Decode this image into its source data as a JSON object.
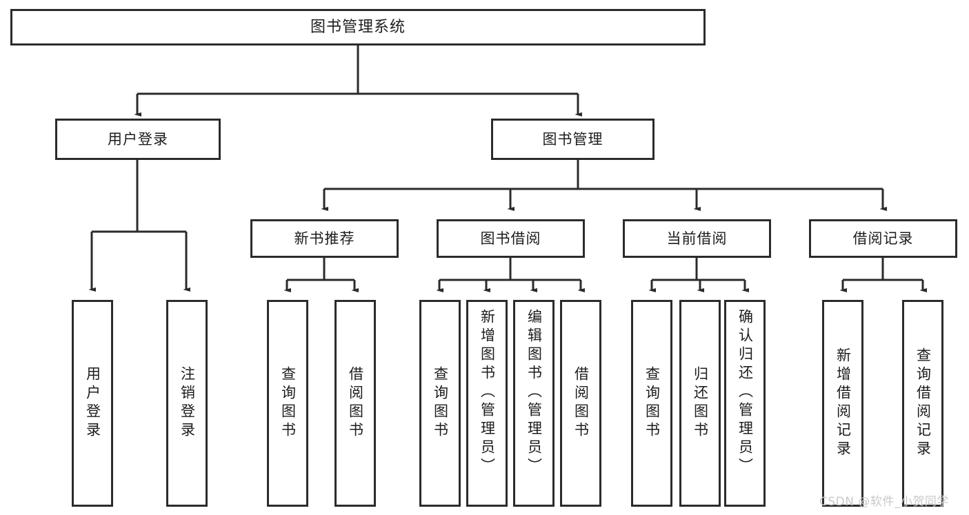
{
  "diagram": {
    "title": "图书管理系统",
    "type": "tree",
    "root": {
      "label": "图书管理系统"
    },
    "level1": [
      {
        "id": "user-login",
        "label": "用户登录"
      },
      {
        "id": "book-manage",
        "label": "图书管理"
      }
    ],
    "level2": [
      {
        "id": "new-book-rec",
        "label": "新书推荐",
        "parent": "book-manage"
      },
      {
        "id": "book-borrow",
        "label": "图书借阅",
        "parent": "book-manage"
      },
      {
        "id": "current-borrow",
        "label": "当前借阅",
        "parent": "book-manage"
      },
      {
        "id": "borrow-record",
        "label": "借阅记录",
        "parent": "book-manage"
      }
    ],
    "leaves": [
      {
        "id": "leaf-user-login",
        "label": "用户登录",
        "parent": "user-login"
      },
      {
        "id": "leaf-logout",
        "label": "注销登录",
        "parent": "user-login"
      },
      {
        "id": "leaf-query-book-1",
        "label": "查询图书",
        "parent": "new-book-rec"
      },
      {
        "id": "leaf-borrow-book-1",
        "label": "借阅图书",
        "parent": "new-book-rec"
      },
      {
        "id": "leaf-query-book-2",
        "label": "查询图书",
        "parent": "book-borrow"
      },
      {
        "id": "leaf-add-book",
        "label": "新增图书（管理员）",
        "parent": "book-borrow"
      },
      {
        "id": "leaf-edit-book",
        "label": "编辑图书（管理员）",
        "parent": "book-borrow"
      },
      {
        "id": "leaf-borrow-book-2",
        "label": "借阅图书",
        "parent": "book-borrow"
      },
      {
        "id": "leaf-query-book-3",
        "label": "查询图书",
        "parent": "current-borrow"
      },
      {
        "id": "leaf-return-book",
        "label": "归还图书",
        "parent": "current-borrow"
      },
      {
        "id": "leaf-confirm-return",
        "label": "确认归还（管理员）",
        "parent": "current-borrow"
      },
      {
        "id": "leaf-add-record",
        "label": "新增借阅记录",
        "parent": "borrow-record"
      },
      {
        "id": "leaf-query-record",
        "label": "查询借阅记录",
        "parent": "borrow-record"
      }
    ],
    "colors": {
      "stroke": "#2b2b2b",
      "fill": "#ffffff",
      "text": "#1c1c1c",
      "watermark": "#c9c9c9"
    }
  },
  "watermark": {
    "text": "CSDN @软件_小贺同学"
  }
}
